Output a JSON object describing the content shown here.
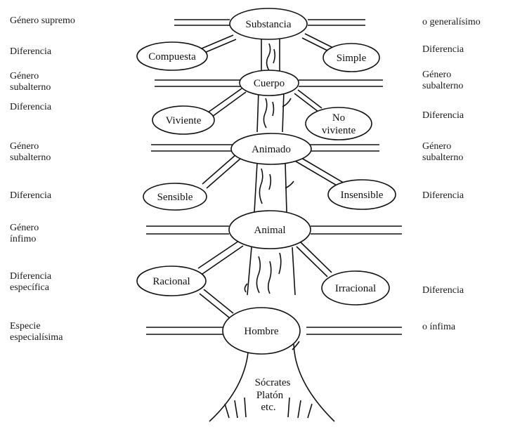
{
  "nodes": {
    "substancia": "Substancia",
    "compuesta": "Compuesta",
    "simple": "Simple",
    "cuerpo": "Cuerpo",
    "viviente": "Viviente",
    "no_viviente_1": "No",
    "no_viviente_2": "viviente",
    "animado": "Animado",
    "sensible": "Sensible",
    "insensible": "Insensible",
    "animal": "Animal",
    "racional": "Racional",
    "irracional": "Irracional",
    "hombre": "Hombre",
    "roots_1": "Sócrates",
    "roots_2": "Platón",
    "roots_3": "etc."
  },
  "left_labels": {
    "genero_supremo": "Género supremo",
    "diferencia_1": "Diferencia",
    "genero_subalterno_1": "Género\nsubalterno",
    "diferencia_2": "Diferencia",
    "genero_subalterno_2": "Género\nsubalterno",
    "diferencia_3": "Diferencia",
    "genero_infimo": "Género\nínfimo",
    "diferencia_especifica": "Diferencia\nespecífica",
    "especie": "Especie\nespecialísima"
  },
  "right_labels": {
    "generalisimo": "o generalísimo",
    "diferencia_1": "Diferencia",
    "genero_subalterno_1": "Género\nsubalterno",
    "diferencia_2": "Diferencia",
    "genero_subalterno_2": "Género\nsubalterno",
    "diferencia_3": "Diferencia",
    "diferencia_4": "Diferencia",
    "infima": "o ínfima"
  },
  "colors": {
    "ink": "#111111",
    "paper": "#ffffff"
  }
}
